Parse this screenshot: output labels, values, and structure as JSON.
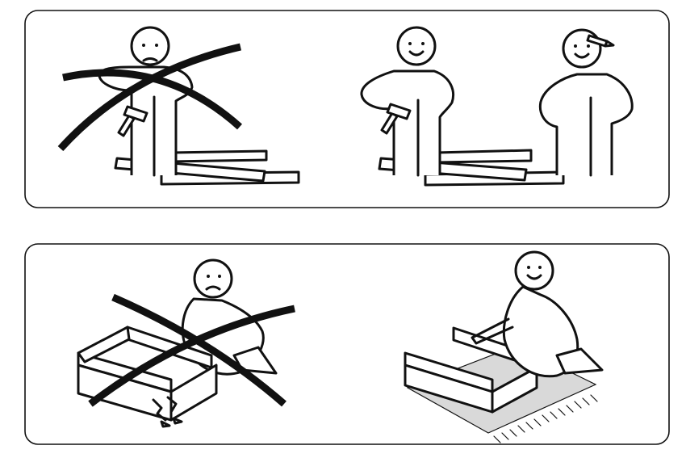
{
  "panels": [
    {
      "id": "top",
      "scenes": [
        {
          "id": "alone-with-hammer",
          "crossed_out": true
        },
        {
          "id": "two-people-assembly",
          "crossed_out": false
        }
      ]
    },
    {
      "id": "bottom",
      "scenes": [
        {
          "id": "assembly-on-hard-floor",
          "crossed_out": true
        },
        {
          "id": "assembly-on-rug",
          "crossed_out": false
        }
      ]
    }
  ],
  "colors": {
    "line": "#111111",
    "rug": "#d9d9d9",
    "background": "#ffffff"
  }
}
